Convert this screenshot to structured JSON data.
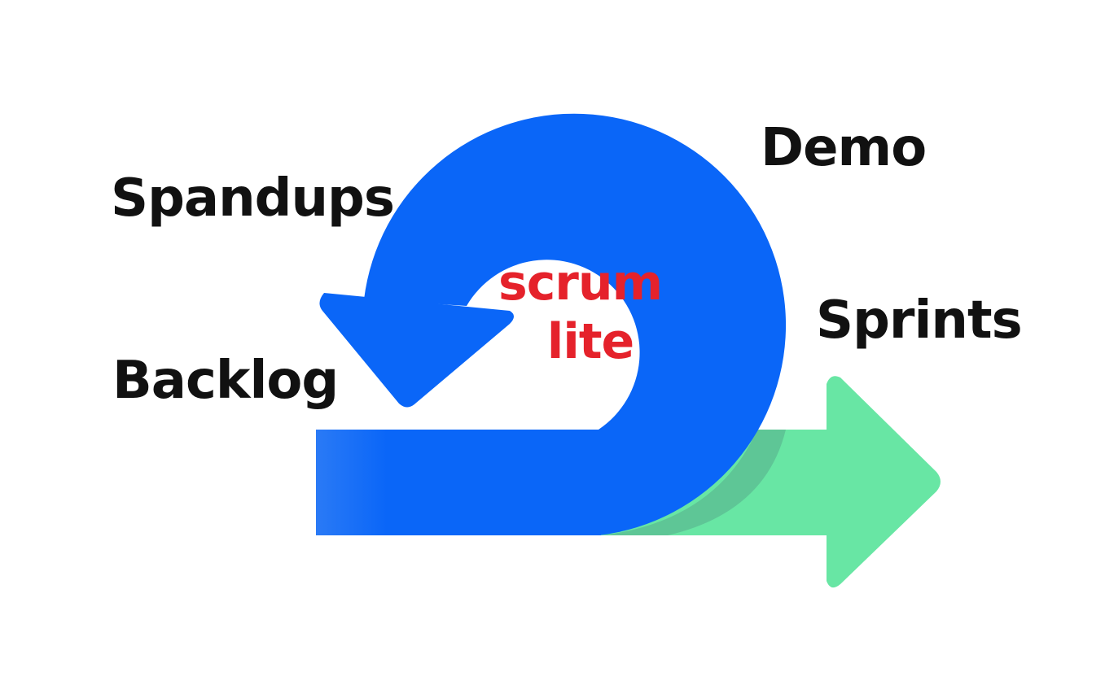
{
  "labels": {
    "spandups": "Spandups",
    "demo": "Demo",
    "sprints": "Sprints",
    "backlog": "Backlog"
  },
  "center": {
    "line1": "scrum",
    "line2": "lite"
  },
  "colors": {
    "loop_arrow": "#0a66f8",
    "loop_arrow_light": "#2f7bf5",
    "forward_arrow": "#68e6a4",
    "forward_arrow_shadow": "#5dbf94",
    "label_text": "#111111",
    "center_text": "#e5222b",
    "background": "#ffffff"
  },
  "icons": {
    "loop": "circular-return-arrow",
    "forward": "right-arrow"
  }
}
